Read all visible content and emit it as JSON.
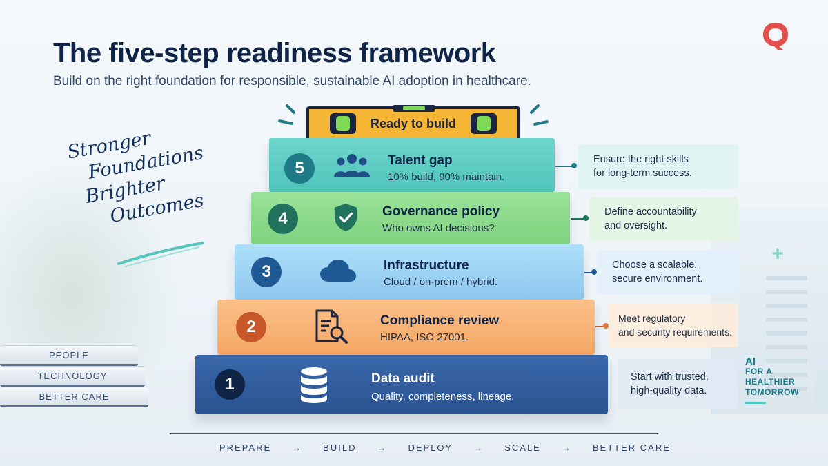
{
  "header": {
    "title": "The five-step readiness framework",
    "subtitle": "Build on the right foundation for responsible, sustainable AI adoption in healthcare."
  },
  "slogan": [
    "Stronger",
    "Foundations",
    "Brighter",
    "Outcomes"
  ],
  "books": [
    "PEOPLE",
    "TECHNOLOGY",
    "BETTER CARE"
  ],
  "level": {
    "label": "Ready to build"
  },
  "steps": [
    {
      "number": "5",
      "title": "Talent gap",
      "desc": "10% build, 90% maintain.",
      "icon": "people-icon",
      "color": "#5ccdc4",
      "badge": "#1d7a86"
    },
    {
      "number": "4",
      "title": "Governance policy",
      "desc": "Who owns AI decisions?",
      "icon": "shield-check-icon",
      "color": "#8bdb8c",
      "badge": "#20725c"
    },
    {
      "number": "3",
      "title": "Infrastructure",
      "desc": "Cloud / on-prem / hybrid.",
      "icon": "cloud-icon",
      "color": "#9fd0f2",
      "badge": "#1f5a94"
    },
    {
      "number": "2",
      "title": "Compliance review",
      "desc": "HIPAA, ISO 27001.",
      "icon": "document-search-icon",
      "color": "#f6b57a",
      "badge": "#c8582a"
    },
    {
      "number": "1",
      "title": "Data audit",
      "desc": "Quality, completeness, lineage.",
      "icon": "database-icon",
      "color": "#2f5a9a",
      "badge": "#0f2447"
    }
  ],
  "notes": [
    [
      "Ensure the right skills",
      "for long-term success."
    ],
    [
      "Define accountability",
      "and oversight."
    ],
    [
      "Choose a scalable,",
      "secure environment."
    ],
    [
      "Meet regulatory",
      "and security requirements."
    ],
    [
      "Start with trusted,",
      "high-quality data."
    ]
  ],
  "tagline": {
    "line1": "AI",
    "line2": "FOR A",
    "line3": "HEALTHIER",
    "line4": "TOMORROW"
  },
  "footer": [
    "PREPARE",
    "→",
    "BUILD",
    "→",
    "DEPLOY",
    "→",
    "SCALE",
    "→",
    "BETTER CARE"
  ],
  "colors": {
    "navy": "#0f2447",
    "teal": "#1d7a86",
    "accent_red": "#e2504b"
  }
}
